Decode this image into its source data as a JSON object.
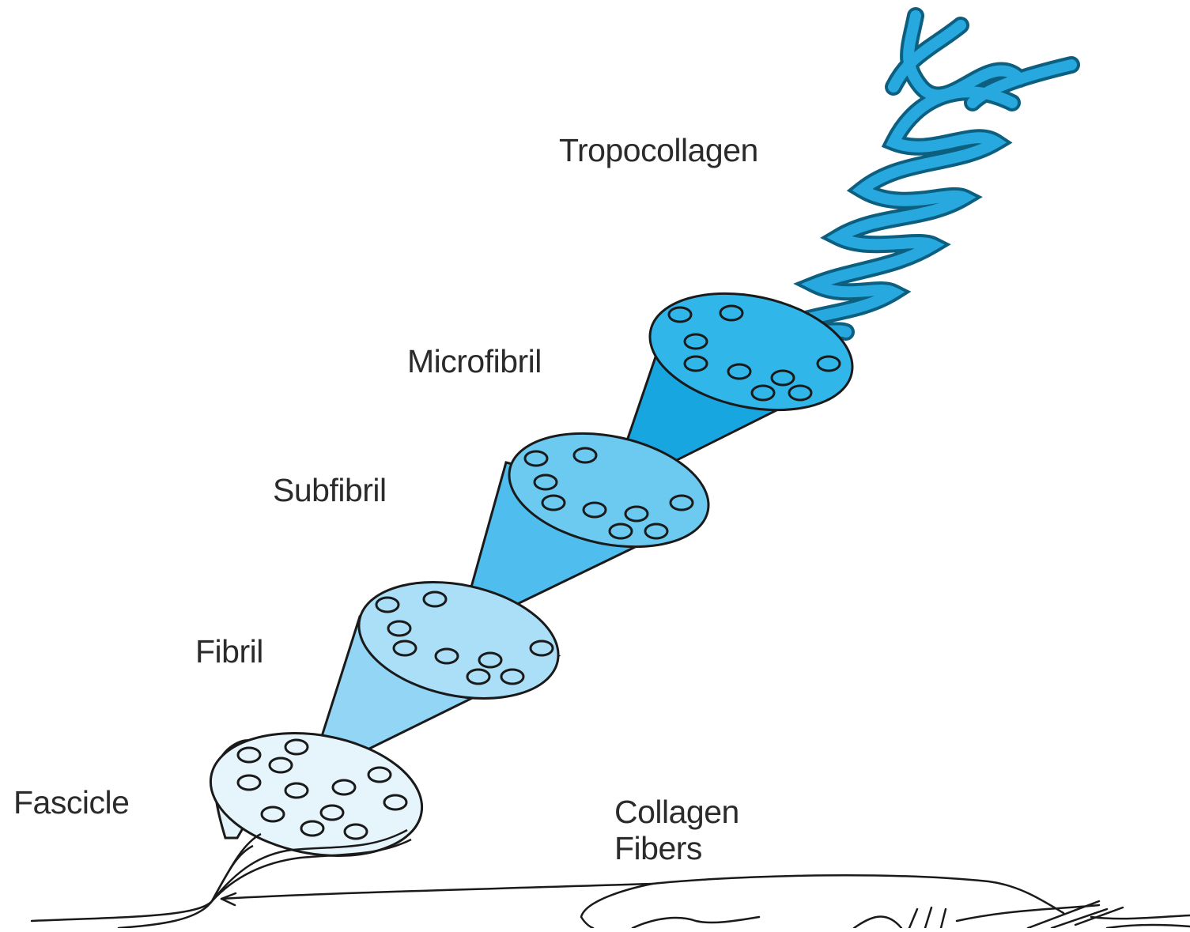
{
  "labels": {
    "tropocollagen": "Tropocollagen",
    "microfibril": "Microfibril",
    "subfibril": "Subfibril",
    "fibril": "Fibril",
    "fascicle": "Fascicle",
    "collagen_fibers_line1": "Collagen",
    "collagen_fibers_line2": "Fibers"
  },
  "colors": {
    "tropocollagen": "#1aa3d9",
    "microfibril": "#1fb0e6",
    "subfibril": "#5cc4ef",
    "fibril": "#9ad8f5",
    "fascicle": "#e3f3fb",
    "outline": "#1a1a1a",
    "text": "#2b2b2b"
  }
}
